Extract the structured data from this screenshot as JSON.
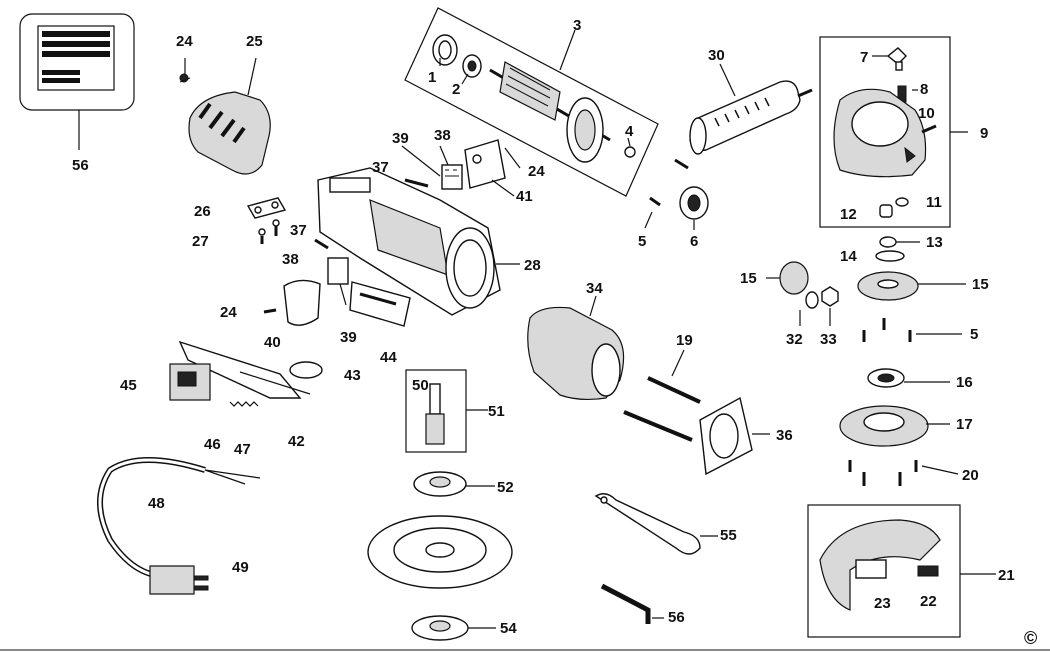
{
  "diagram": {
    "labels": {
      "l1": "1",
      "l2": "2",
      "l3": "3",
      "l4": "4",
      "l5a": "5",
      "l5b": "5",
      "l6": "6",
      "l7": "7",
      "l8": "8",
      "l9": "9",
      "l10": "10",
      "l11": "11",
      "l12": "12",
      "l13": "13",
      "l14": "14",
      "l15a": "15",
      "l15b": "15",
      "l16": "16",
      "l17": "17",
      "l19": "19",
      "l20": "20",
      "l21": "21",
      "l22": "22",
      "l23": "23",
      "l24a": "24",
      "l24b": "24",
      "l24c": "24",
      "l25": "25",
      "l26": "26",
      "l27": "27",
      "l28": "28",
      "l30": "30",
      "l32": "32",
      "l33": "33",
      "l34": "34",
      "l36": "36",
      "l37a": "37",
      "l37b": "37",
      "l38a": "38",
      "l38b": "38",
      "l39a": "39",
      "l39b": "39",
      "l40": "40",
      "l41": "41",
      "l42": "42",
      "l43": "43",
      "l44": "44",
      "l45": "45",
      "l46": "46",
      "l47": "47",
      "l48": "48",
      "l49": "49",
      "l50": "50",
      "l51": "51",
      "l52": "52",
      "l54": "54",
      "l55": "55",
      "l56a": "56",
      "l56b": "56"
    },
    "copyright": "©"
  }
}
